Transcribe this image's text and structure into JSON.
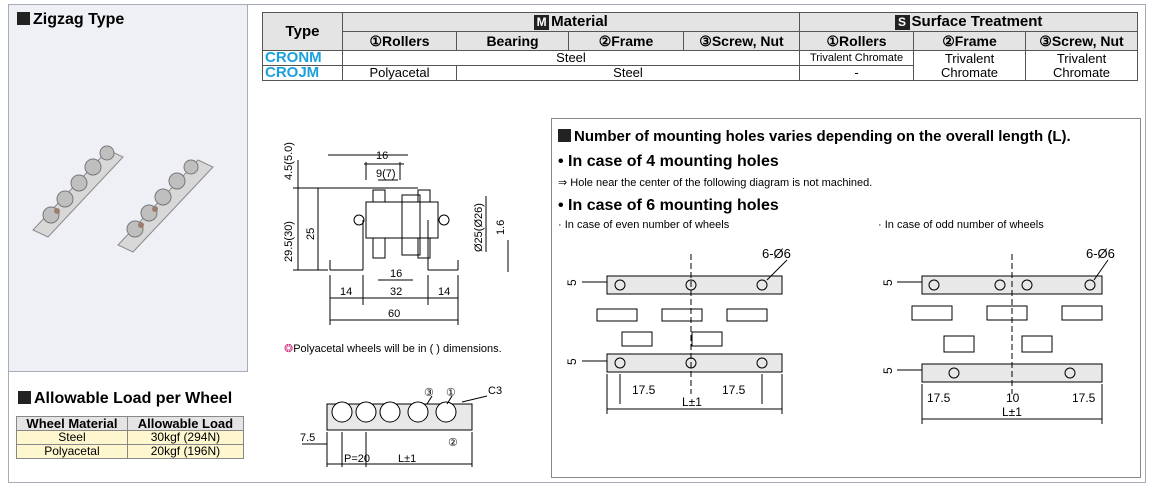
{
  "zigzag": {
    "title": "Zigzag Type"
  },
  "spec_table": {
    "type_header": "Type",
    "material": {
      "badge": "M",
      "label": "Material"
    },
    "surface": {
      "badge": "S",
      "label": "Surface Treatment"
    },
    "sub_headers": [
      "①Rollers",
      "Bearing",
      "②Frame",
      "③Screw, Nut",
      "①Rollers",
      "②Frame",
      "③Screw, Nut"
    ],
    "rows": [
      {
        "code": "CRONM",
        "material_all": "Steel",
        "s_rollers": "Trivalent Chromate"
      },
      {
        "code": "CROJM",
        "rollers": "Polyacetal",
        "rest": "Steel",
        "s_rollers": "-"
      }
    ],
    "s_frame": "Trivalent Chromate",
    "s_screw": "Trivalent Chromate"
  },
  "load": {
    "title": "Allowable Load per Wheel",
    "headers": [
      "Wheel Material",
      "Allowable Load"
    ],
    "rows": [
      [
        "Steel",
        "30kgf (294N)"
      ],
      [
        "Polyacetal",
        "20kgf (196N)"
      ]
    ]
  },
  "drawing": {
    "dims": {
      "d16top": "16",
      "d9": "9(7)",
      "d45": "4.5(5.0)",
      "d295": "29.5(30)",
      "d25": "25",
      "d25b": "Ø25(Ø26)",
      "d16": "1.6",
      "d16mid": "16",
      "d14a": "14",
      "d32": "32",
      "d14b": "14",
      "d60": "60"
    },
    "note": "Polyacetal wheels will be in ( ) dimensions."
  },
  "side": {
    "labels": {
      "n3": "③",
      "n1": "①",
      "c3": "C3",
      "n2": "②",
      "d75": "7.5",
      "p20": "P=20",
      "l1": "L±1"
    }
  },
  "holes": {
    "title": "Number of mounting holes varies depending on the overall length (L).",
    "case4": "• In case of 4 mounting holes",
    "case4_note": "⇒ Hole near the center of the following diagram is not machined.",
    "case6": "• In case of 6 mounting holes",
    "even": "· In case of even number of wheels",
    "odd": "· In case of odd number of wheels",
    "left": {
      "holes": "6-Ø6",
      "d5a": "5",
      "d5b": "5",
      "d175a": "17.5",
      "d175b": "17.5",
      "l1": "L±1"
    },
    "right": {
      "holes": "6-Ø6",
      "d5a": "5",
      "d5b": "5",
      "d175a": "17.5",
      "d10": "10",
      "d175b": "17.5",
      "l1": "L±1"
    }
  }
}
